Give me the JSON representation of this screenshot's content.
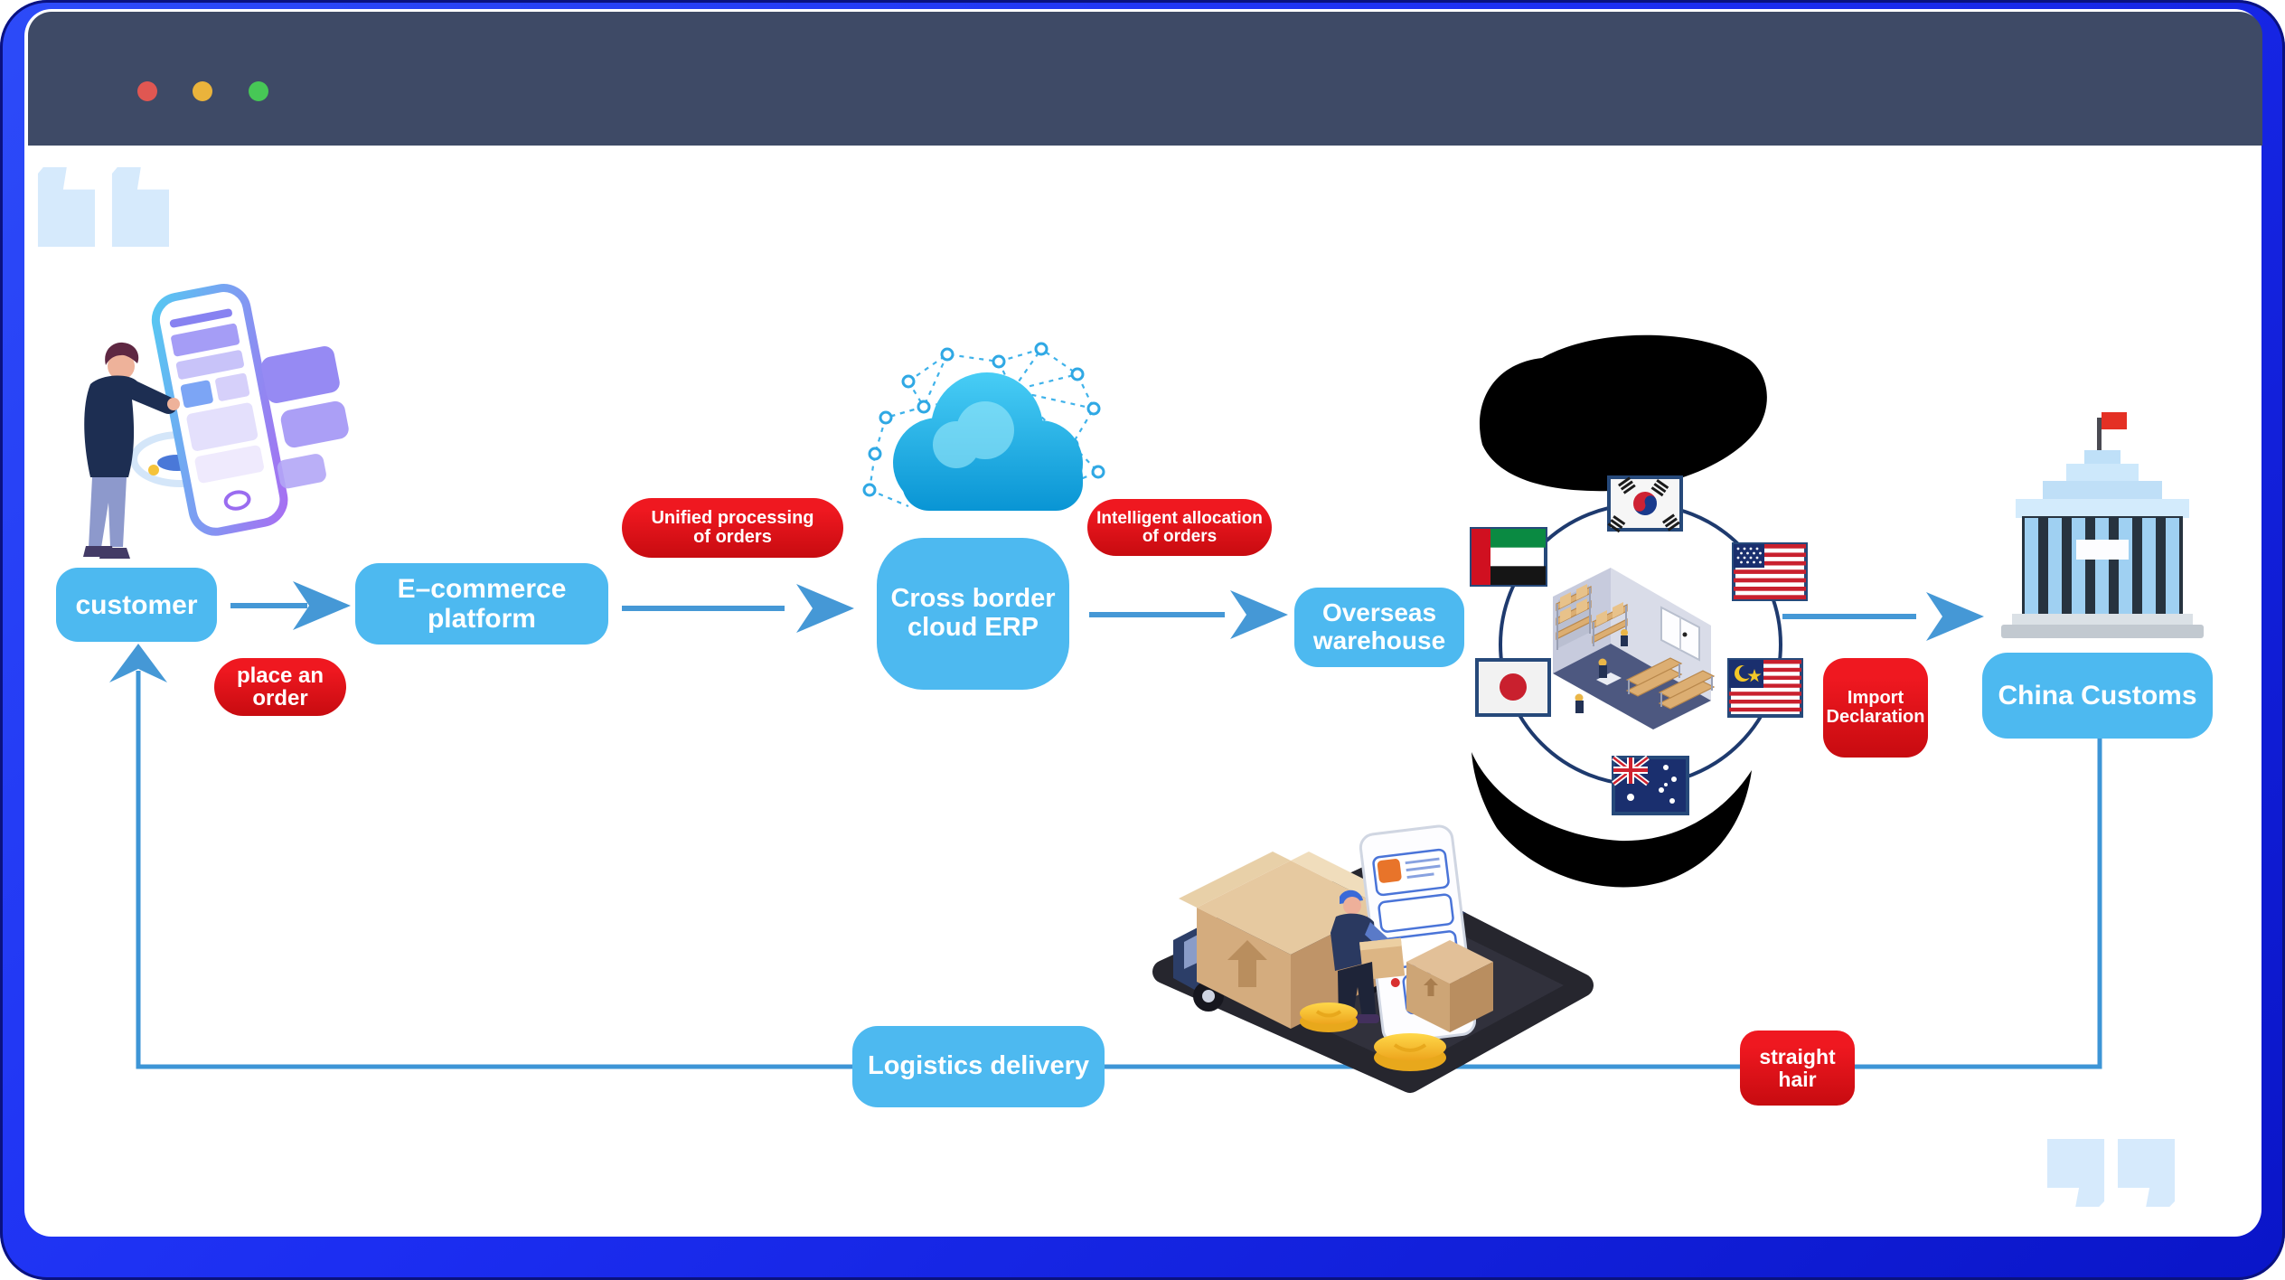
{
  "window": {
    "traffic_lights": [
      {
        "name": "close",
        "color": "#e05752"
      },
      {
        "name": "minimize",
        "color": "#eab33b"
      },
      {
        "name": "zoom",
        "color": "#47c756"
      }
    ],
    "titlebar_color": "#3e4a66",
    "frame_color": "#1e34f0"
  },
  "diagram": {
    "nodes": {
      "customer": {
        "label": "customer"
      },
      "platform": {
        "label": "E–commerce\nplatform"
      },
      "erp": {
        "label": "Cross border\ncloud ERP"
      },
      "warehouse": {
        "label": "Overseas\nwarehouse"
      },
      "customs": {
        "label": "China Customs"
      },
      "logistics": {
        "label": "Logistics delivery"
      }
    },
    "edges": {
      "place_order": {
        "label": "place an\norder"
      },
      "unified_processing": {
        "label": "Unified processing\nof orders"
      },
      "intelligent_allocation": {
        "label": "Intelligent allocation\nof orders"
      },
      "import_declaration": {
        "label": "Import\nDeclaration"
      },
      "straight_hair": {
        "label": "straight\nhair"
      }
    },
    "colors": {
      "node_fill": "#4db9f0",
      "badge_fill": "#e0111a",
      "arrow": "#4598d6"
    },
    "warehouse_flags": [
      "south-korea",
      "united-states",
      "united-arab-emirates",
      "japan",
      "malaysia",
      "australia"
    ],
    "illustrations": [
      "customer-using-phone",
      "cloud-erp-network",
      "overseas-warehouse-room",
      "china-customs-building",
      "logistics-truck-delivery"
    ]
  }
}
